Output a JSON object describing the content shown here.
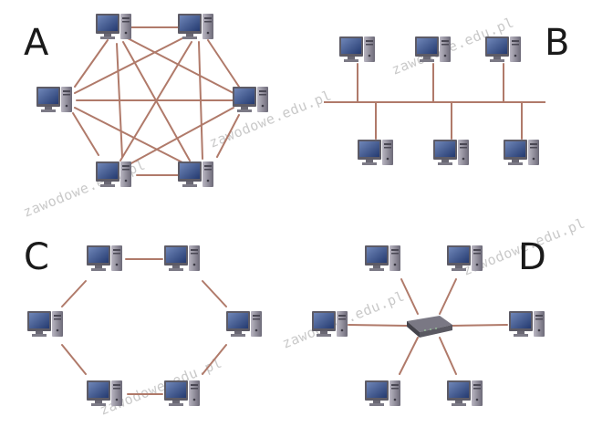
{
  "panels": {
    "a": {
      "label": "A"
    },
    "b": {
      "label": "B"
    },
    "c": {
      "label": "C"
    },
    "d": {
      "label": "D"
    }
  },
  "watermark": "zawodowe.edu.pl",
  "colors": {
    "link": "#b07a6a",
    "monitor_frame": "#6f6d78",
    "screen": "#2f4f8f",
    "tower": "#8a8694",
    "switch": "#55545c"
  }
}
